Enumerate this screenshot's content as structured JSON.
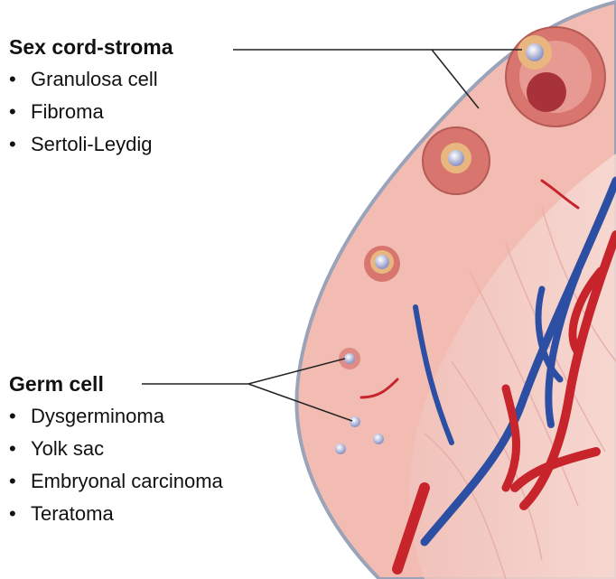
{
  "groups": [
    {
      "heading": "Sex cord-stroma",
      "items": [
        "Granulosa cell",
        "Fibroma",
        "Sertoli-Leydig"
      ]
    },
    {
      "heading": "Germ cell",
      "items": [
        "Dysgerminoma",
        "Yolk sac",
        "Embryonal carcinoma",
        "Teratoma"
      ]
    }
  ],
  "bullet": "•",
  "colors": {
    "cortex": "#f3bcb2",
    "capsule": "#9aa3b8",
    "artery": "#c8242c",
    "vein": "#2d4fa3",
    "follicle": "#d8756f"
  }
}
